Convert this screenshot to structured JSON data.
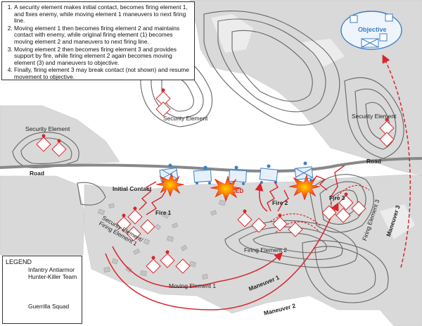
{
  "notes": [
    "A security element makes initial contact, becomes firing element 1, and fixes enemy, while moving element 1 maneuvers to next firing line.",
    "Moving element 1 then becomes firing element 2 and maintains contact with enemy, while original firing element (1) becomes moving element 2 and maneuvers to next firing line.",
    "Moving element 2 then becomes firing element 3 and provides support by fire, while firing element 2 again becomes moving element (3) and maneuvers to objective.",
    "Finally, firing element 3 may break contact (not shown) and resume movement to objective."
  ],
  "map_labels": {
    "objective": "Objective",
    "security_top": "Security Element",
    "security_left": "Security Element",
    "security_right": "Security Element",
    "road_left": "Road",
    "road_right": "Road",
    "initial_contact": "Initial Contact",
    "ied": "IED",
    "fire1": "Fire 1",
    "fire2": "Fire 2",
    "fire3": "Fire 3",
    "sec_firing1": "Security Element/ Firing Element 1",
    "firing2": "Firing Element 2",
    "firing3": "Firing Element 3",
    "moving1": "Moving Element 1",
    "maneuver1": "Maneuver 1",
    "maneuver2": "Maneuver 2",
    "maneuver3": "Maneuver 3"
  },
  "legend": {
    "title": "LEGEND",
    "item1": "Infantry Antiarmor Hunter-Killer Team",
    "item2": "Guerrilla Squad"
  },
  "colors": {
    "accent": "#d8262b",
    "blue": "#3c7fc4",
    "land": "#d9d9d9",
    "road": "#888888"
  }
}
